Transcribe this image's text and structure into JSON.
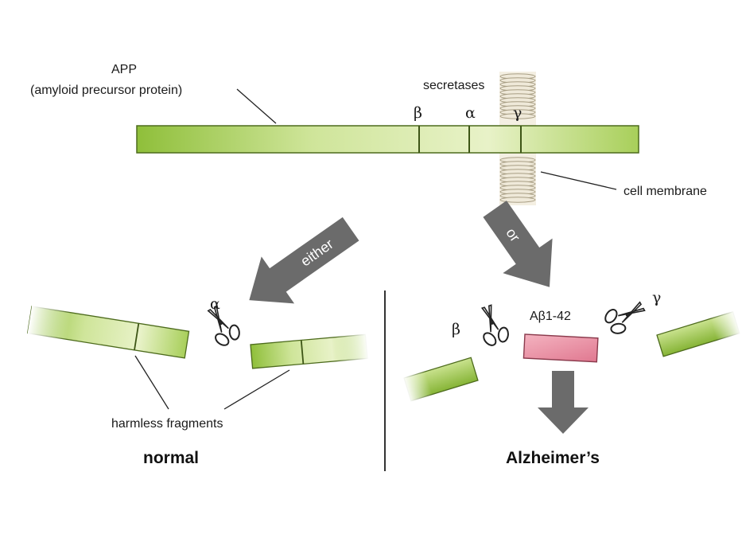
{
  "labels": {
    "app_title": "APP",
    "app_subtitle": "(amyloid precursor protein)",
    "secretases": "secretases",
    "beta": "β",
    "alpha": "α",
    "gamma": "γ",
    "cell_membrane": "cell membrane",
    "either": "either",
    "or": "or",
    "harmless_fragments": "harmless fragments",
    "normal": "normal",
    "abeta": "Aβ1-42",
    "alzheimers": "Alzheimer’s"
  },
  "colors": {
    "fragment_green": "#a8cf5a",
    "fragment_green_dark": "#6f9a2a",
    "abeta_pink": "#e88a9c",
    "arrow_gray": "#6b6b6b",
    "membrane": "#d8cfb8"
  },
  "icons": [
    "scissors-icon",
    "big-arrow-icon"
  ]
}
